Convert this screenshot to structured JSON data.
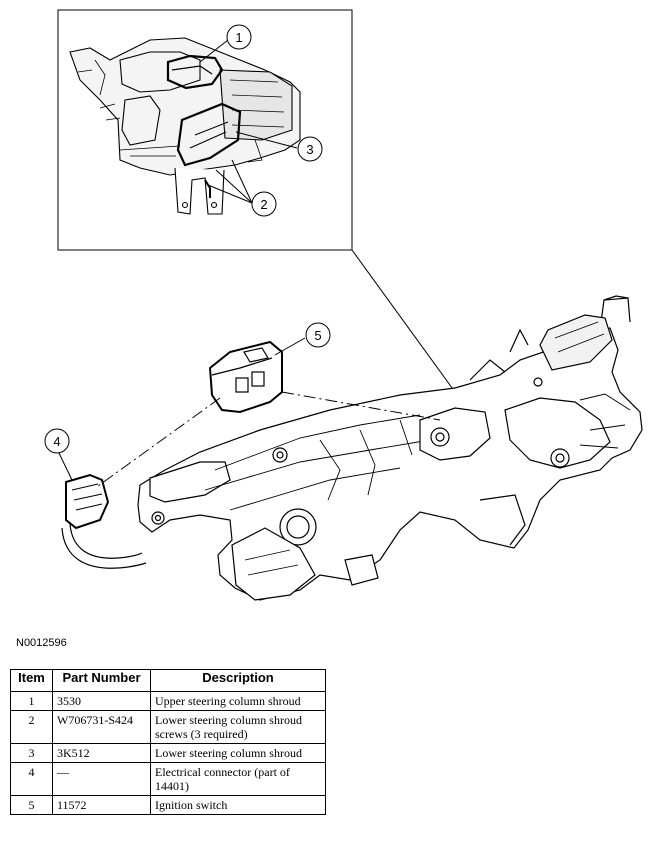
{
  "figure_id": "N0012596",
  "callouts": [
    "1",
    "2",
    "3",
    "4",
    "5"
  ],
  "table": {
    "headers": [
      "Item",
      "Part Number",
      "Description"
    ],
    "rows": [
      {
        "item": "1",
        "part_number": "3530",
        "description": "Upper steering column shroud"
      },
      {
        "item": "2",
        "part_number": "W706731-S424",
        "description": "Lower steering column shroud screws (3 required)"
      },
      {
        "item": "3",
        "part_number": "3K512",
        "description": "Lower steering column shroud"
      },
      {
        "item": "4",
        "part_number": "—",
        "description": "Electrical connector (part of 14401)"
      },
      {
        "item": "5",
        "part_number": "11572",
        "description": "Ignition switch"
      }
    ]
  }
}
